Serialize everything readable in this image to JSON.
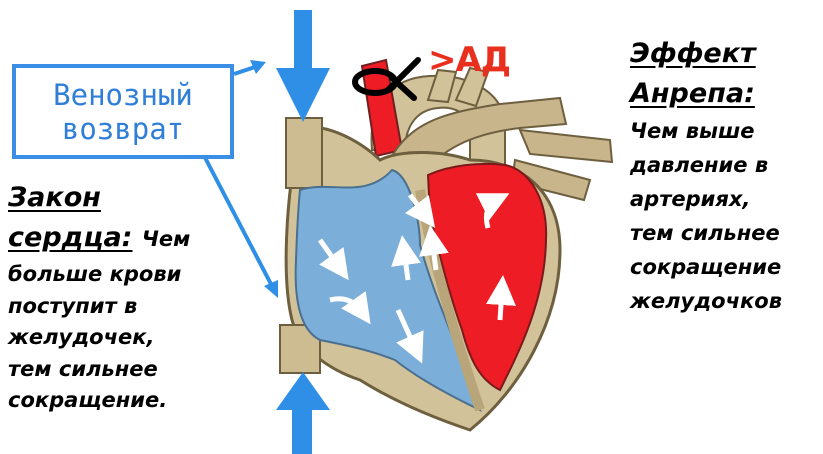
{
  "venous_return": {
    "line1": "Венозный",
    "line2": "возврат"
  },
  "pressure_label": ">АД",
  "law_of_heart": {
    "title_line1": "Закон",
    "title_line2": "сердца:",
    "text_first": "Чем",
    "lines": [
      "больше крови",
      "поступит в",
      "желудочек,",
      "тем сильнее",
      "сокращение."
    ]
  },
  "anrep_effect": {
    "title_line1": "Эффект",
    "title_line2": "Анрепа:",
    "lines": [
      "Чем выше",
      "давление в",
      "артериях,",
      "тем сильнее",
      "сокращение",
      "желудочков"
    ]
  },
  "colors": {
    "arrow_blue": "#2f8fe6",
    "box_border": "#3a8ee6",
    "venous_text": "#2f7ed8",
    "oxygenated_red": "#ee1c24",
    "deoxygenated_blue": "#7bafd9",
    "heart_tissue": "#cdbb91",
    "pressure_text": "#e9301f"
  }
}
